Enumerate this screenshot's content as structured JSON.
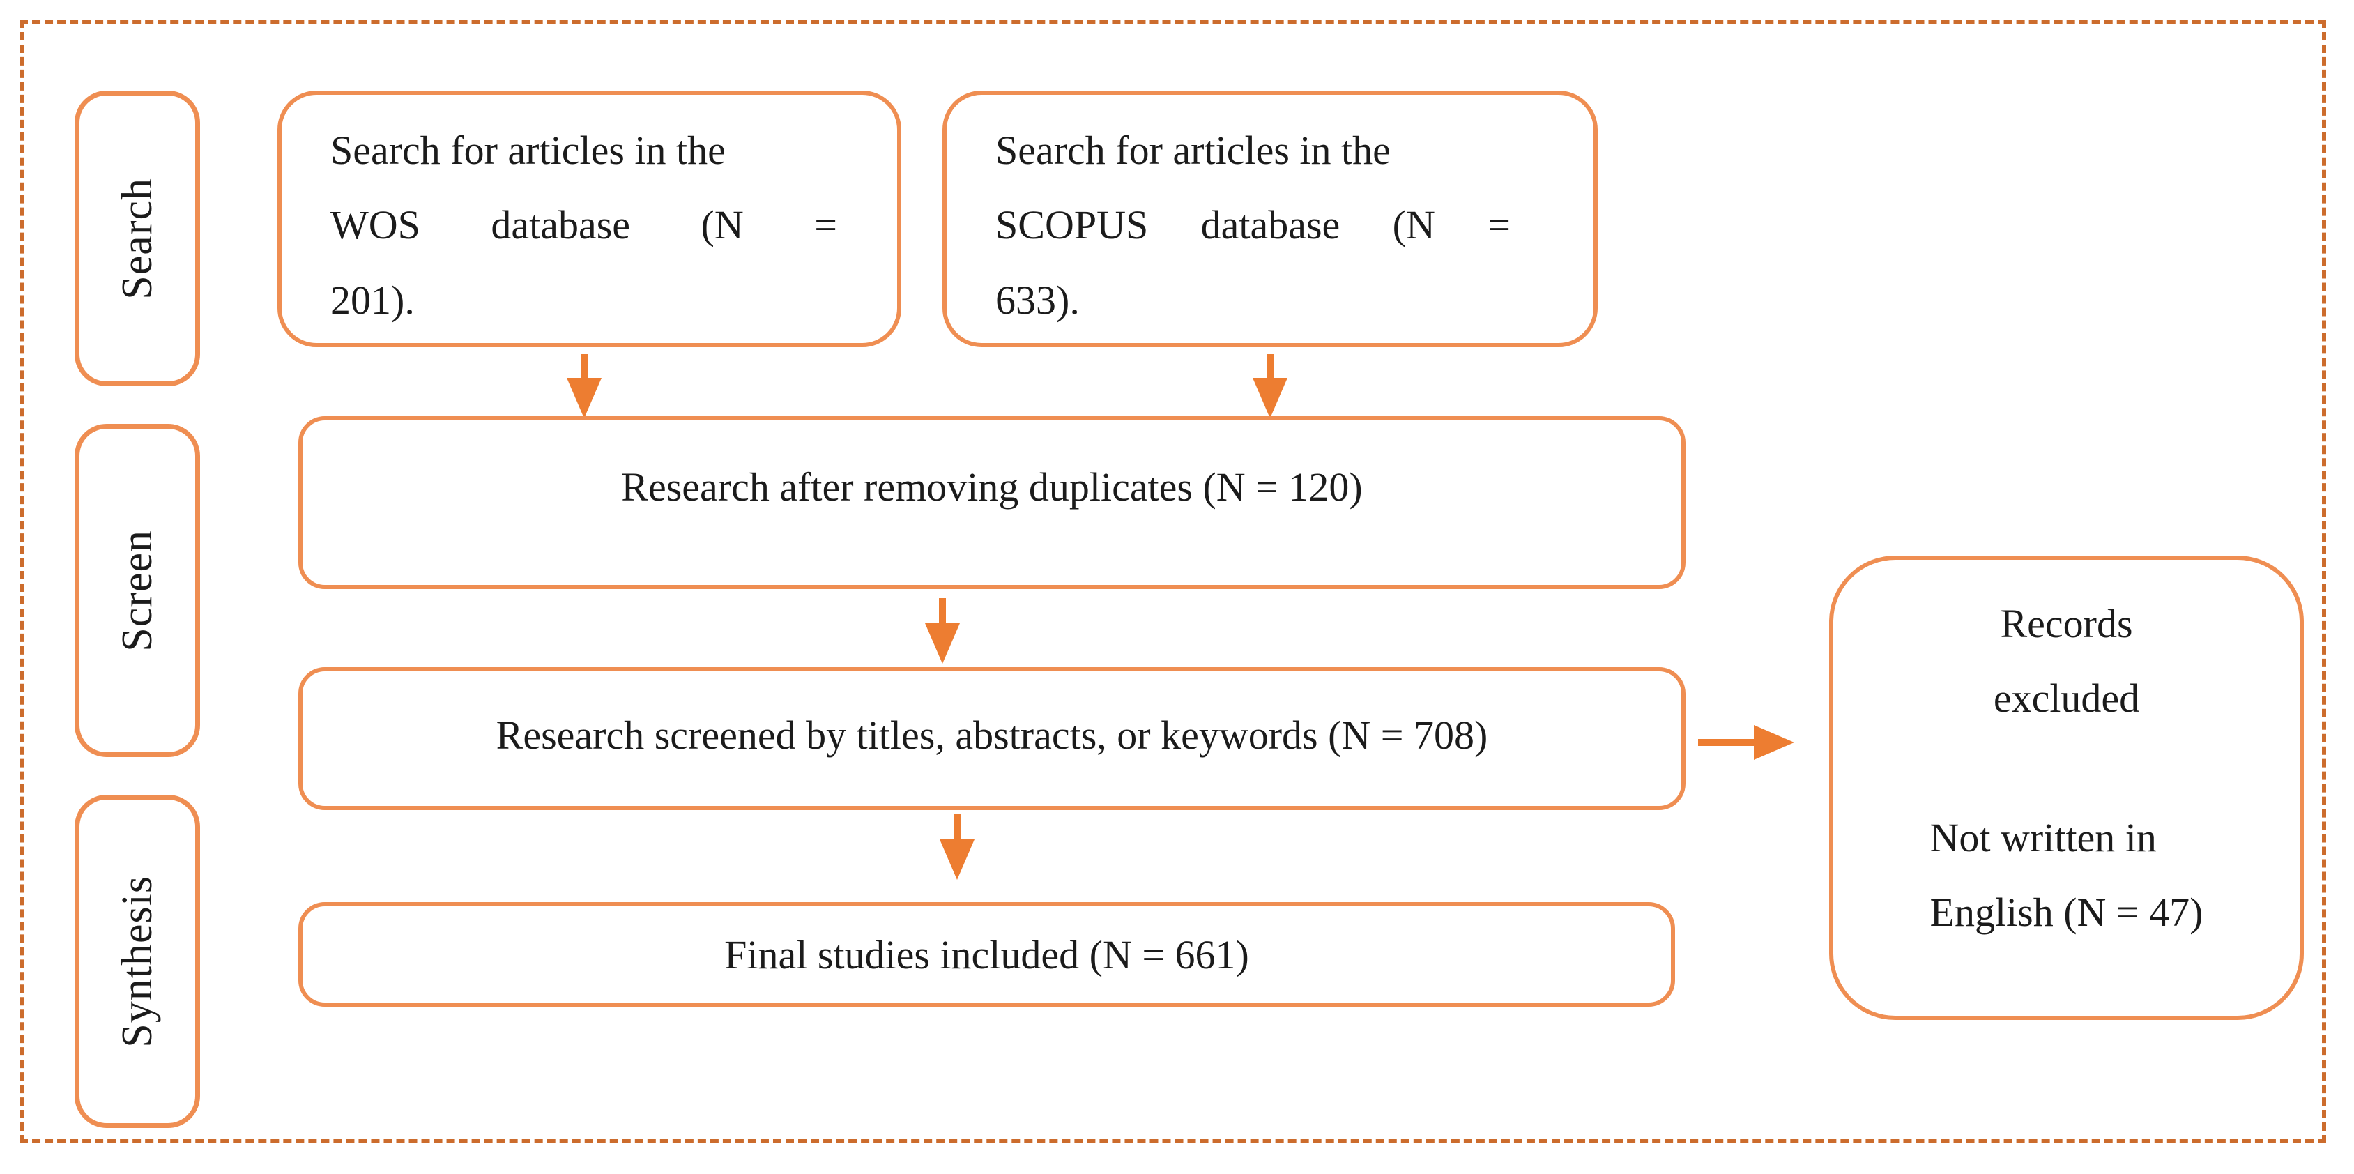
{
  "diagram": {
    "stages": [
      {
        "label": "Search"
      },
      {
        "label": "Screen"
      },
      {
        "label": "Synthesis"
      }
    ],
    "boxes": {
      "wos": {
        "line1": "Search for articles in the",
        "line2": "WOS database (N =",
        "line3": "201)."
      },
      "scopus": {
        "line1": "Search for articles in the",
        "line2": "SCOPUS database (N =",
        "line3": "633)."
      },
      "duplicates": {
        "text": "Research after removing duplicates (N = 120)"
      },
      "screened": {
        "text": "Research screened by titles, abstracts, or keywords (N = 708)"
      },
      "final": {
        "text": "Final studies included (N = 661)"
      },
      "excluded": {
        "title_line1": "Records",
        "title_line2": "excluded",
        "reason_line1": "Not written in",
        "reason_line2": "English (N = 47)"
      }
    },
    "colors": {
      "box_border": "#EF8E52",
      "arrow": "#ED7D31",
      "outer_dashed": "#CC6C2D",
      "text": "#1B1B1B"
    }
  }
}
